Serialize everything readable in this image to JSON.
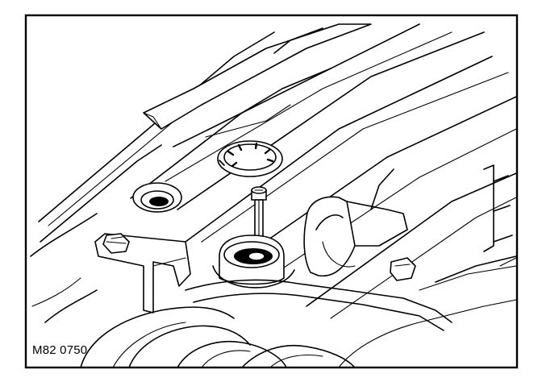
{
  "figure": {
    "reference_code": "M82 0750",
    "parts": [
      "frame-border",
      "cam-cover",
      "circlip",
      "bolt",
      "bolt-seal",
      "spark-plug-well",
      "mounting-bracket",
      "bracket-bolt",
      "pipe-clip",
      "intake-manifold"
    ]
  }
}
